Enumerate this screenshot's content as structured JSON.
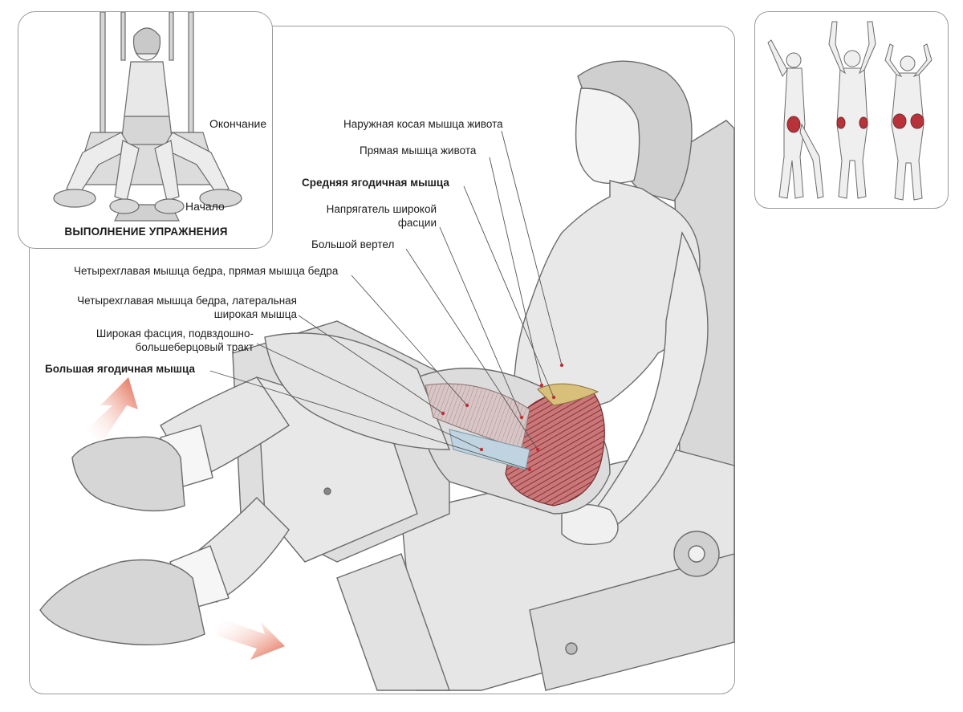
{
  "inset": {
    "title": "ВЫПОЛНЕНИЕ УПРАЖНЕНИЯ",
    "end_label": "Окончание",
    "start_label": "Начало"
  },
  "labels": {
    "external_oblique": "Наружная косая мышца живота",
    "rectus_abdominis": "Прямая мышца живота",
    "gluteus_medius": "Средняя ягодичная мышца",
    "tfl_line1": "Напрягатель широкой",
    "tfl_line2": "фасции",
    "greater_trochanter": "Большой вертел",
    "rectus_femoris": "Четырехглавая мышца бедра, прямая мышца бедра",
    "vastus_lateralis_line1": "Четырехглавая мышца бедра, латеральная",
    "vastus_lateralis_line2": "широкая мышца",
    "it_band_line1": "Широкая фасция, подвздошно-",
    "it_band_line2": "большеберцовый тракт",
    "gluteus_maximus": "Большая ягодичная мышца"
  },
  "colors": {
    "muscle_highlight": "#b8323a",
    "arrow": "#e0583a",
    "leader": "#555555",
    "sketch": "#6b6b6b"
  }
}
